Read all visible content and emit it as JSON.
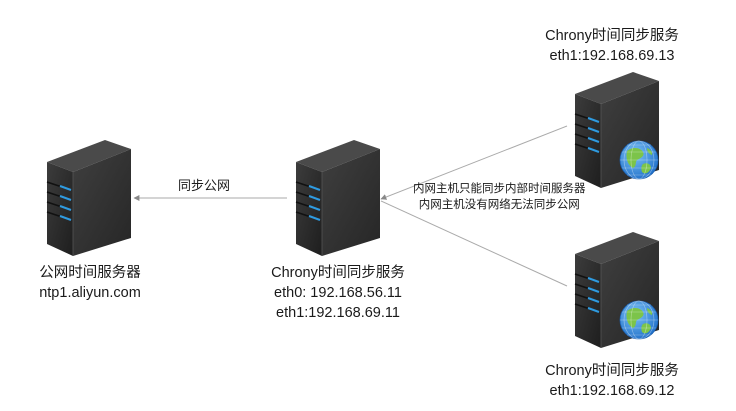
{
  "nodes": {
    "public_server": {
      "title": "公网时间服务器",
      "address": "ntp1.aliyun.com",
      "icon": "server-icon"
    },
    "chrony_main": {
      "title": "Chrony时间同步服务",
      "eth0": "eth0: 192.168.56.11",
      "eth1": "eth1:192.168.69.11",
      "icon": "server-icon"
    },
    "chrony_13": {
      "title": "Chrony时间同步服务",
      "eth1": "eth1:192.168.69.13",
      "icon": "server-globe-icon"
    },
    "chrony_12": {
      "title": "Chrony时间同步服务",
      "eth1": "eth1:192.168.69.12",
      "icon": "server-globe-icon"
    }
  },
  "edges": {
    "sync_public": {
      "label": "同步公网"
    },
    "internal": {
      "line1": "内网主机只能同步内部时间服务器",
      "line2": "内网主机没有网络无法同步公网"
    }
  },
  "colors": {
    "server_dark": "#2e2e2e",
    "server_side": "#3a3a3a",
    "server_top": "#444444",
    "led_blue": "#2f9be0",
    "edge_line": "#aaaaaa",
    "globe_ocean": "#3b8fe0",
    "globe_land": "#7cc44a"
  }
}
